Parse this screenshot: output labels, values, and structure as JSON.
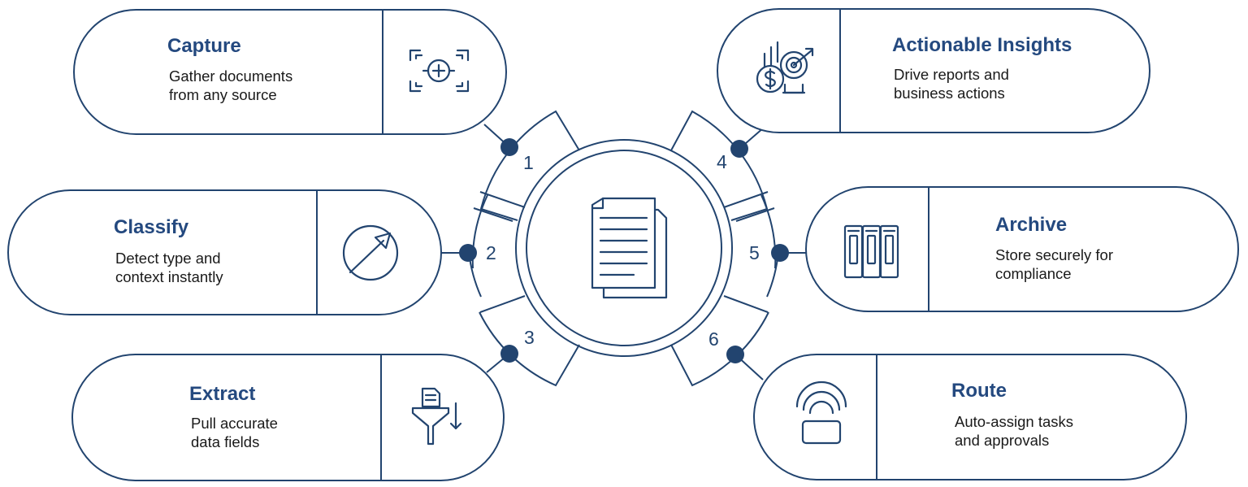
{
  "steps": [
    {
      "number": "1",
      "title": "Capture",
      "desc_line1": "Gather documents",
      "desc_line2": "from any source",
      "icon": "capture-scan-icon"
    },
    {
      "number": "2",
      "title": "Classify",
      "desc_line1": "Detect type and",
      "desc_line2": "context instantly",
      "icon": "compass-arrow-icon"
    },
    {
      "number": "3",
      "title": "Extract",
      "desc_line1": "Pull accurate",
      "desc_line2": "data fields",
      "icon": "filter-funnel-icon"
    },
    {
      "number": "4",
      "title": "Actionable Insights",
      "desc_line1": "Drive reports and",
      "desc_line2": "business actions",
      "icon": "insights-target-icon"
    },
    {
      "number": "5",
      "title": "Archive",
      "desc_line1": "Store securely for",
      "desc_line2": "compliance",
      "icon": "archive-binders-icon"
    },
    {
      "number": "6",
      "title": "Route",
      "desc_line1": "Auto-assign tasks",
      "desc_line2": "and approvals",
      "icon": "route-signal-icon"
    }
  ],
  "center": {
    "icon": "documents-icon"
  },
  "colors": {
    "primary": "#22446f",
    "title": "#24497f",
    "text": "#1a1a1a",
    "background": "#ffffff"
  }
}
